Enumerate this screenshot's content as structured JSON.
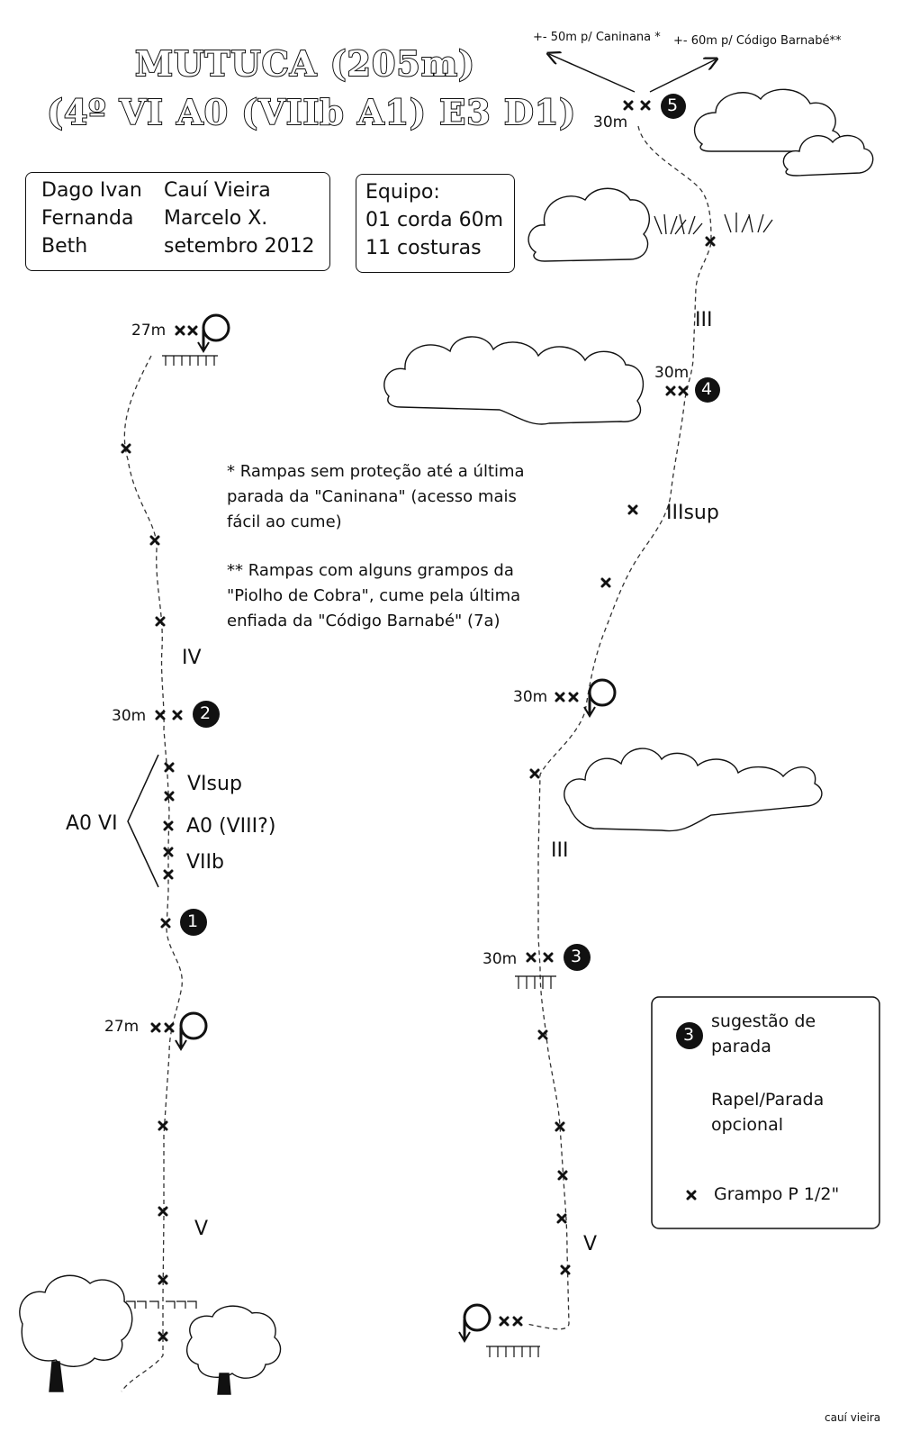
{
  "title": {
    "line1": "MUTUCA (205m)",
    "line2": "(4º VI A0 (VIIb A1) E3 D1)"
  },
  "team": {
    "col1": [
      "Dago Ivan",
      "Fernanda",
      "Beth"
    ],
    "col2": [
      "Cauí Vieira",
      "Marcelo X.",
      "setembro 2012"
    ]
  },
  "equipment": [
    "Equipo:",
    "01 corda 60m",
    "11 costuras"
  ],
  "directions": {
    "left": "+- 50m p/ Caninana *",
    "right": "+- 60m p/ Código Barnabé**"
  },
  "notes": {
    "note1": [
      "* Rampas sem proteção até a última",
      "parada da \"Caninana\" (acesso mais",
      "fácil ao cume)"
    ],
    "note2": [
      "** Rampas com alguns grampos da",
      "\"Piolho de Cobra\", cume pela última",
      "enfiada da \"Código Barnabé\" (7a)"
    ]
  },
  "stations": {
    "s1": "1",
    "s2": "2",
    "s3": "3",
    "s4": "4",
    "s5": "5"
  },
  "distances": {
    "left_top": "27m",
    "left_s2": "30m",
    "left_rappel": "27m",
    "right_s5": "30m",
    "right_s4": "30m",
    "right_rappel": "30m",
    "right_s3": "30m"
  },
  "grades": {
    "left_IV": "IV",
    "left_VIsup": "VIsup",
    "left_A0": "A0 (VIII?)",
    "left_VIIb": "VIIb",
    "left_A0VI": "A0 VI",
    "left_V": "V",
    "right_III_top": "III",
    "right_IIIsup": "IIIsup",
    "right_III_mid": "III",
    "right_V": "V"
  },
  "legend": {
    "station_number": "3",
    "station_label": [
      "sugestão de",
      "parada"
    ],
    "rappel_label": [
      "Rapel/Parada",
      "opcional"
    ],
    "bolt_label": "Grampo P 1/2\""
  },
  "credit": "cauí vieira"
}
